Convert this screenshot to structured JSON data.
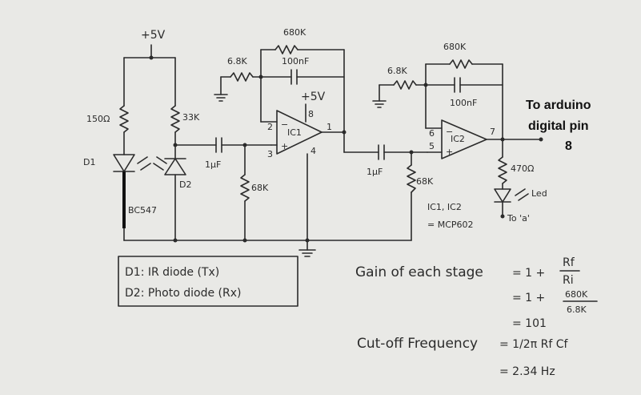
{
  "supply": {
    "top": "+5V",
    "opamp": "+5V"
  },
  "components": {
    "r150": "150Ω",
    "r33k": "33K",
    "d1": "D1",
    "d2": "D2",
    "bc547": "BC547",
    "c1": "1µF",
    "r68k_1": "68K",
    "r68k_inner": "6.8K",
    "r680k_1": "680K",
    "c100nf_1": "100nF",
    "ic1": "IC1",
    "pin2": "2",
    "pin3": "3",
    "pin8": "8",
    "pin4": "4",
    "pin1": "1",
    "c2": "1µF",
    "r68k_2": "68K",
    "r68k_inner2": "6.8K",
    "r680k_2": "680K",
    "c100nf_2": "100nF",
    "ic2": "IC2",
    "pin6": "6",
    "pin5": "5",
    "pin7": "7",
    "r470": "470Ω",
    "led": "Led",
    "to_a": "To 'a'",
    "ic_note_1": "IC1, IC2",
    "ic_note_2": "= MCP602"
  },
  "output": {
    "l1": "To arduino",
    "l2": "digital pin",
    "l3": "8"
  },
  "legend": {
    "d1": "D1:  IR diode (Tx)",
    "d2": "D2:  Photo diode (Rx)"
  },
  "equations": {
    "gain_label": "Gain of each stage",
    "gain_eq": "= 1 +",
    "rf": "Rf",
    "ri": "Ri",
    "eq2": "= 1 +",
    "num680": "680K",
    "den68": "6.8K",
    "eq3": "=   101",
    "cutoff_label": "Cut-off Frequency",
    "cutoff_eq": "=   1/2π Rf Cf",
    "cutoff_val": "=  2.34 Hz"
  }
}
